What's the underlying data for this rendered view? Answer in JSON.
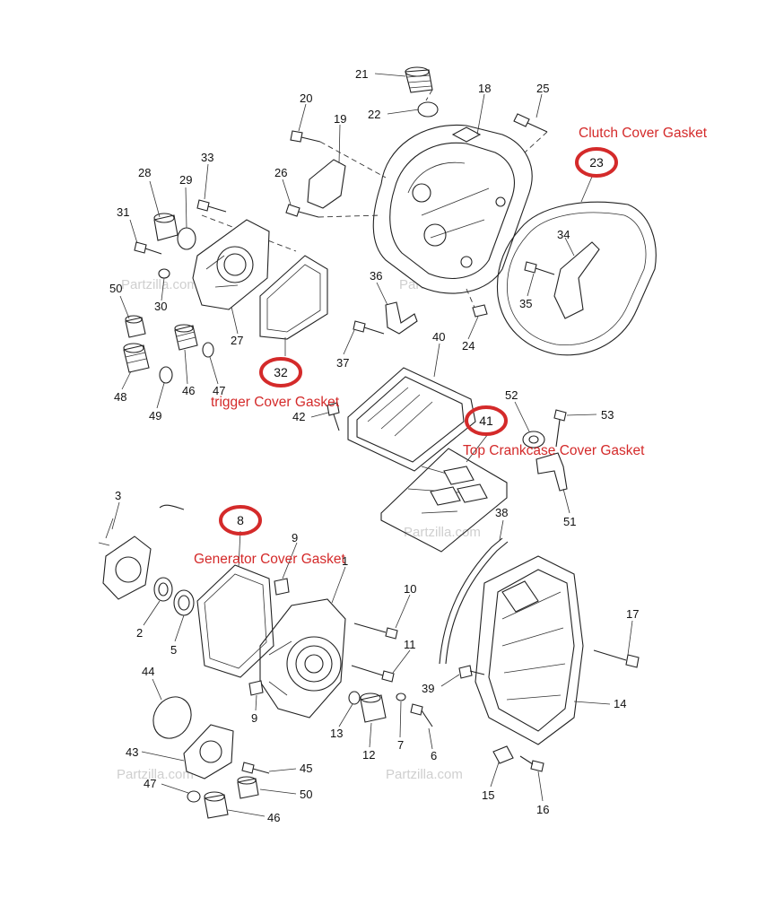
{
  "annotations": {
    "clutch": "Clutch Cover Gasket",
    "trigger": "trigger Cover Gasket",
    "crankcase": "Top Crankcase Cover Gasket",
    "generator": "Generator Cover Gasket"
  },
  "circled_parts": {
    "clutch": "23",
    "trigger": "32",
    "crankcase": "41",
    "generator": "8"
  },
  "watermark": "Partzilla.com",
  "accent_color": "#d42a2a",
  "part_numbers": {
    "p1": "1",
    "p2": "2",
    "p3": "3",
    "p5": "5",
    "p6": "6",
    "p7": "7",
    "p9a": "9",
    "p9b": "9",
    "p10": "10",
    "p11": "11",
    "p12": "12",
    "p13": "13",
    "p14": "14",
    "p15": "15",
    "p16": "16",
    "p17": "17",
    "p18": "18",
    "p19": "19",
    "p20": "20",
    "p21": "21",
    "p22": "22",
    "p24": "24",
    "p25": "25",
    "p26": "26",
    "p27": "27",
    "p28": "28",
    "p29": "29",
    "p30": "30",
    "p31": "31",
    "p33": "33",
    "p34": "34",
    "p35": "35",
    "p36": "36",
    "p37": "37",
    "p38": "38",
    "p39": "39",
    "p40": "40",
    "p42": "42",
    "p43": "43",
    "p44": "44",
    "p45": "45",
    "p46a": "46",
    "p46b": "46",
    "p47a": "47",
    "p47b": "47",
    "p48": "48",
    "p49": "49",
    "p50a": "50",
    "p50b": "50",
    "p51": "51",
    "p52": "52",
    "p53": "53"
  }
}
